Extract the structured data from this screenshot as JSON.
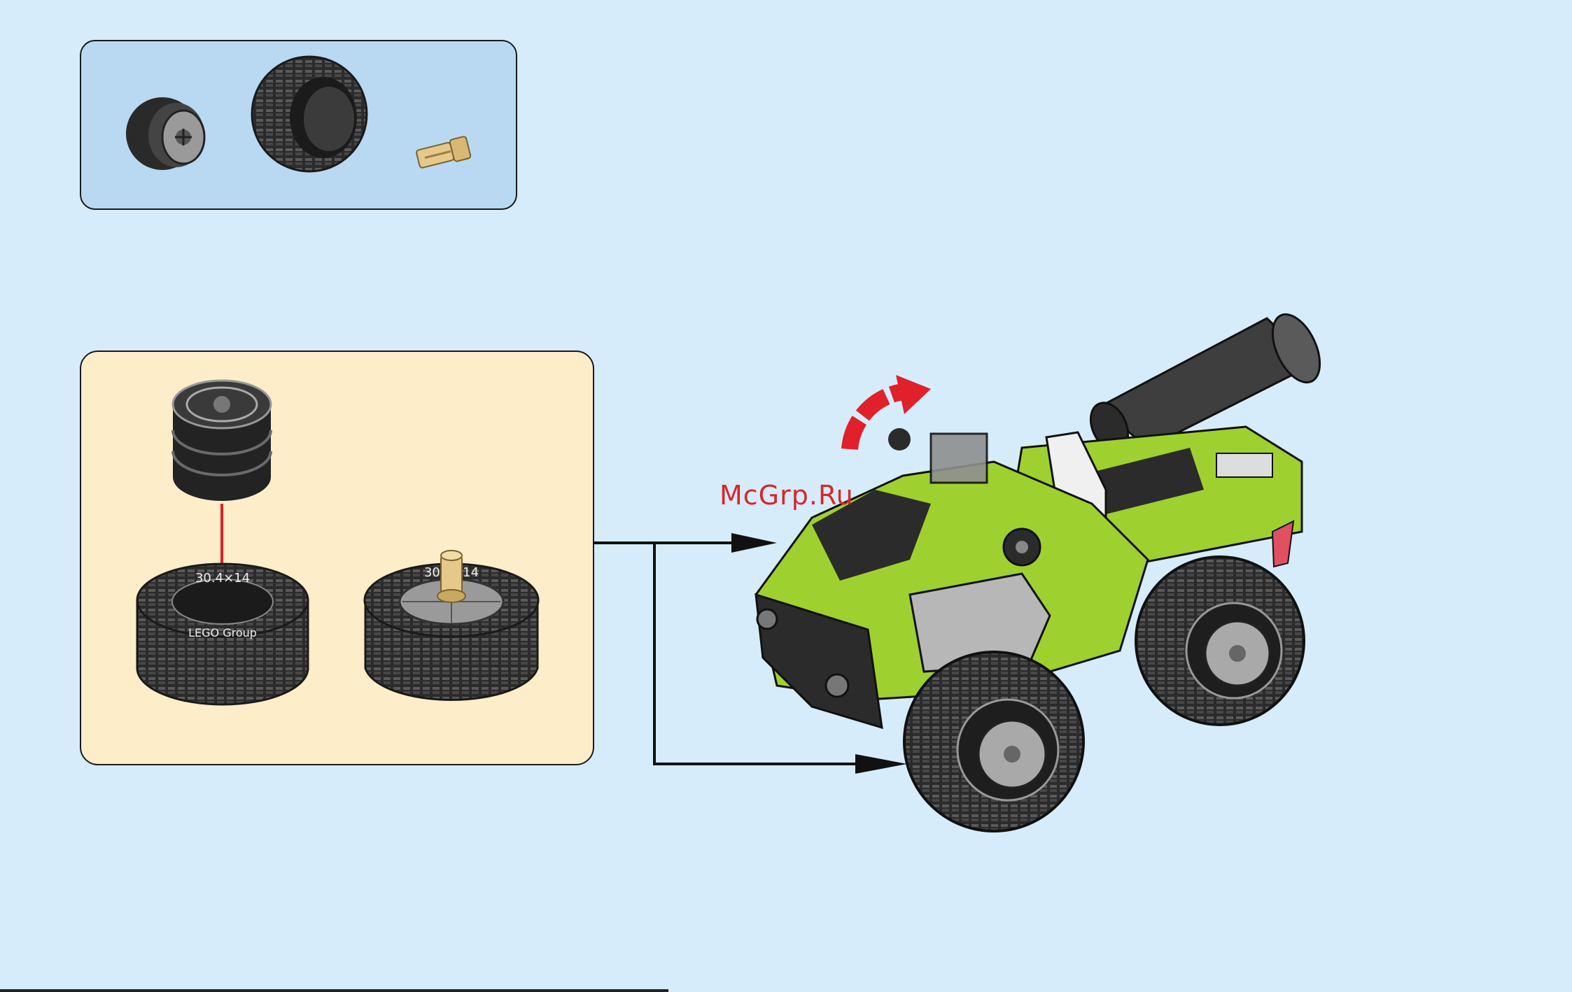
{
  "watermark": {
    "text": "McGrp.Ru"
  },
  "tire_print": {
    "size": "30.4×14",
    "brand": "LEGO Group"
  },
  "colors": {
    "background": "#d6ecfa",
    "parts_panel": "#b9d9f2",
    "sub_panel": "#feedc9",
    "lime": "#9ed12f",
    "tire": "#2b2b2b",
    "tan_pin": "#e4c98a",
    "red_arrow": "#e0202a"
  },
  "icons": [
    "rim-icon",
    "tire-icon",
    "axle-pin-icon",
    "rotate-arrow-icon",
    "down-arrow-icon",
    "callout-arrow-icon"
  ]
}
